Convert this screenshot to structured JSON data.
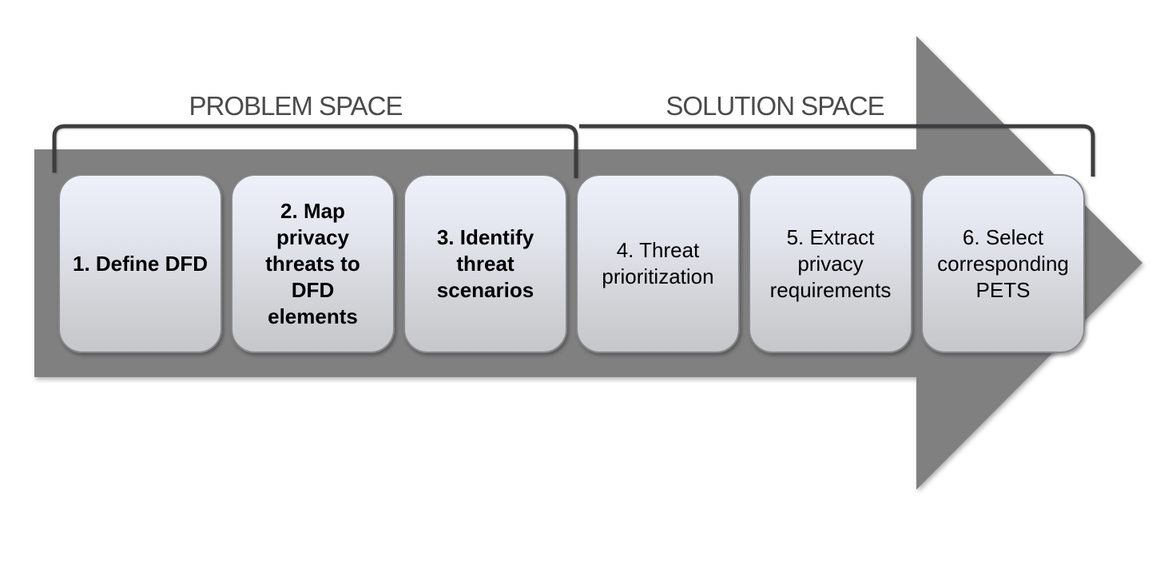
{
  "diagram": {
    "type": "process-flow",
    "groups": {
      "problem_space": {
        "label": "PROBLEM SPACE",
        "steps": [
          1,
          2,
          3
        ]
      },
      "solution_space": {
        "label": "SOLUTION SPACE",
        "steps": [
          4,
          5,
          6
        ]
      }
    },
    "steps": [
      {
        "id": 1,
        "label": "1. Define DFD",
        "bold": true,
        "group": "PROBLEM SPACE"
      },
      {
        "id": 2,
        "label": "2. Map\nprivacy\nthreats to\nDFD\nelements",
        "bold": true,
        "group": "PROBLEM SPACE"
      },
      {
        "id": 3,
        "label": "3. Identify\nthreat\nscenarios",
        "bold": true,
        "group": "PROBLEM SPACE"
      },
      {
        "id": 4,
        "label": "4. Threat\nprioritization",
        "bold": false,
        "group": "SOLUTION SPACE"
      },
      {
        "id": 5,
        "label": "5. Extract\nprivacy\nrequirements",
        "bold": false,
        "group": "SOLUTION SPACE"
      },
      {
        "id": 6,
        "label": "6. Select\ncorresponding\nPETS",
        "bold": false,
        "group": "SOLUTION SPACE"
      }
    ],
    "colors": {
      "arrow_fill": "#808080",
      "bracket_stroke": "#3d3d3f",
      "space_label_text": "#4b4b4d",
      "step_text": "#000000",
      "step_gradient_top": "#eef1f9",
      "step_gradient_bottom": "#c6c7c9",
      "step_border": "#87878d",
      "background": "#ffffff"
    }
  }
}
